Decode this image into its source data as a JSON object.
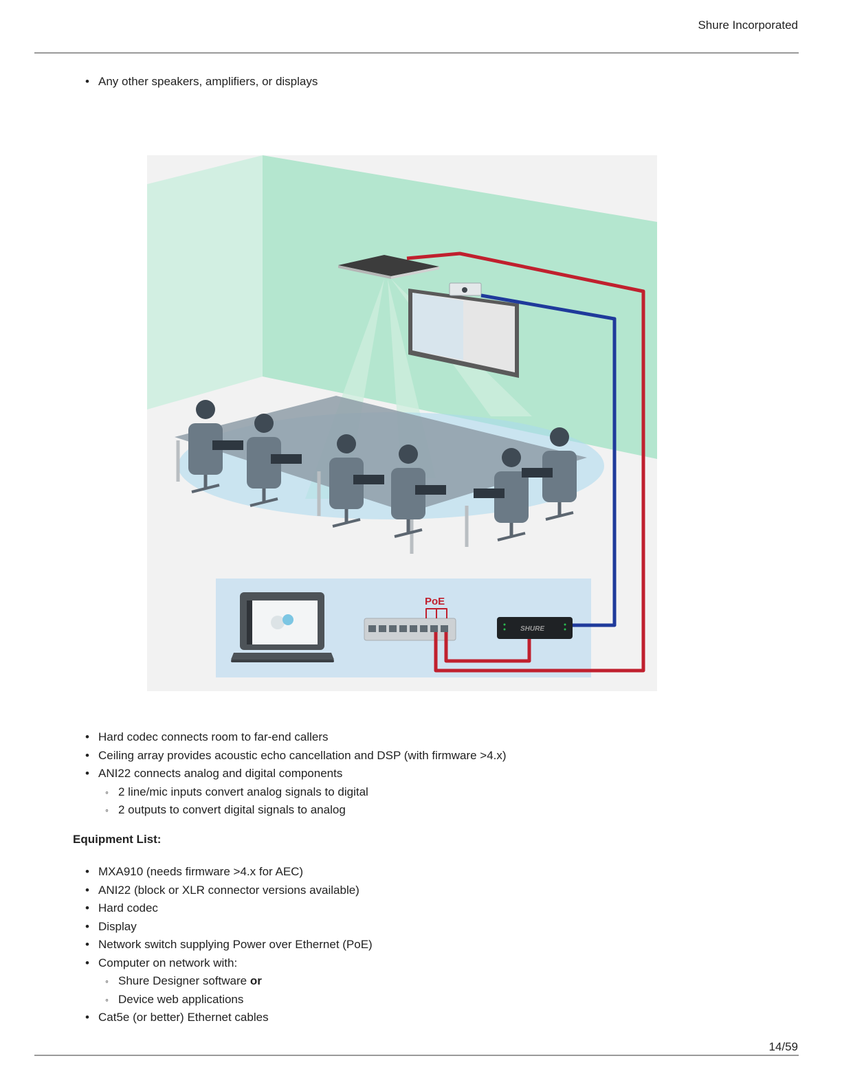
{
  "header": {
    "company": "Shure Incorporated"
  },
  "top_list": [
    "Any other speakers, amplifiers, or displays"
  ],
  "diagram": {
    "poe_label": "PoE",
    "device_brand": "SHURE",
    "colors": {
      "wall_left": "#d2efe2",
      "wall_back": "#b4e6cf",
      "floor": "#f2f2f2",
      "coverage": "#a9d8ee",
      "network_area": "#cfe3f1",
      "cable_red": "#c0202e",
      "cable_blue": "#1f3a9b"
    }
  },
  "description_list": [
    {
      "text": "Hard codec connects room to far-end callers",
      "level": 1
    },
    {
      "text": "Ceiling array provides acoustic echo cancellation and DSP (with firmware >4.x)",
      "level": 1
    },
    {
      "text": "ANI22 connects analog and digital components",
      "level": 1
    },
    {
      "text": "2 line/mic inputs convert analog signals to digital",
      "level": 2
    },
    {
      "text": "2 outputs to convert digital signals to analog",
      "level": 2
    }
  ],
  "equipment_heading": "Equipment List:",
  "equipment_list": [
    {
      "text": "MXA910 (needs firmware >4.x for AEC)"
    },
    {
      "text": "ANI22 (block or XLR connector versions available)"
    },
    {
      "text": "Hard codec"
    },
    {
      "text": "Display"
    },
    {
      "text": "Network switch supplying Power over Ethernet (PoE)"
    },
    {
      "text": "Computer on network with:"
    },
    {
      "text": "Shure Designer software ",
      "bold_suffix": "or"
    },
    {
      "text": "Device web applications"
    },
    {
      "text": "Cat5e (or better) Ethernet cables"
    }
  ],
  "footer": {
    "page": "14/59"
  }
}
